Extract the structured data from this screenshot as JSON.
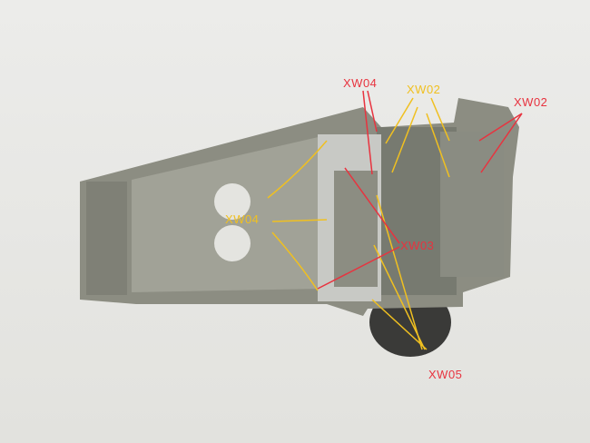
{
  "labels": [
    {
      "text": "XW04",
      "color": "#e8333f"
    },
    {
      "text": "XW02",
      "color": "#f0c020"
    },
    {
      "text": "XW02",
      "color": "#e8333f"
    },
    {
      "text": "XW04",
      "color": "#f0c020"
    },
    {
      "text": "XW03",
      "color": "#e8333f"
    },
    {
      "text": "XW05",
      "color": "#e8333f"
    }
  ]
}
